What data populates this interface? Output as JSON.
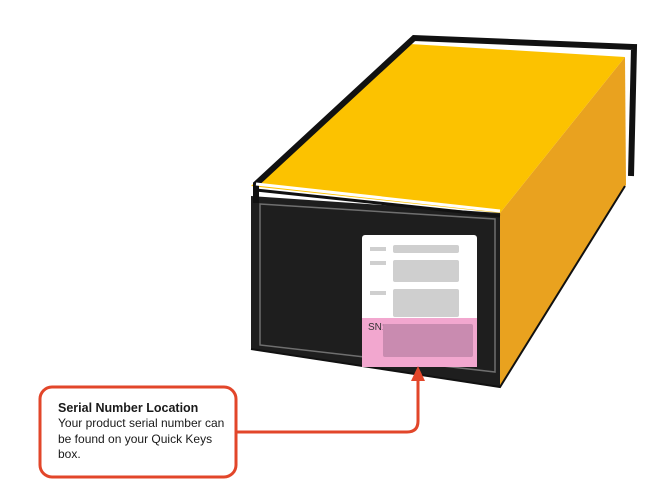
{
  "label": {
    "sn_prefix": "SN:"
  },
  "callout": {
    "title": "Serial Number Location",
    "body": "Your product serial number can be found on your Quick Keys box."
  },
  "colors": {
    "box_top": "#FCC200",
    "box_side": "#E9A21F",
    "box_front": "#1E1E1E",
    "outline": "#111111",
    "label_bg": "#FFFFFF",
    "label_lines": "#CFCFCF",
    "sn_strip": "#F2A7CF",
    "sn_field": "#C98BB0",
    "callout_border": "#E2462A",
    "arrow": "#E2462A"
  }
}
